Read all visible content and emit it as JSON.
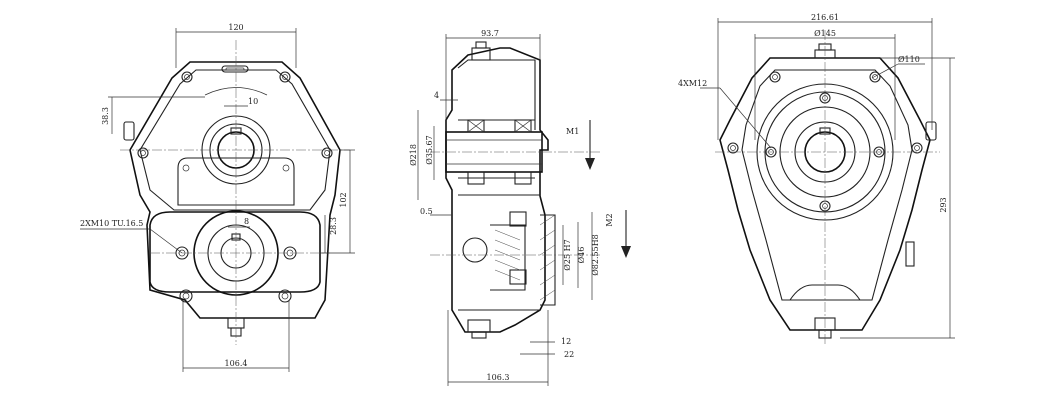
{
  "views": {
    "front": {
      "dims": {
        "width_top": "120",
        "height_38": "38.3",
        "key_10": "10",
        "height_102": "102",
        "height_28": "28.3",
        "key_8": "8",
        "width_bottom": "106.4"
      },
      "callouts": {
        "thread": "2XM10 TU.16.5"
      }
    },
    "side": {
      "dims": {
        "width_top": "93.7",
        "dim_4": "4",
        "dia_8218": "Ø218",
        "dia_3567": "Ø35.67",
        "dim_05": "0.5",
        "dia_25": "Ø25 H7",
        "dia_46": "Ø46",
        "dia_8255": "Ø82.55H8",
        "dim_12": "12",
        "dim_22": "22",
        "width_bottom": "106.3"
      },
      "arrows": {
        "m1": "M1",
        "m2": "M2"
      }
    },
    "rear": {
      "dims": {
        "width_top": "216.61",
        "dia_145": "Ø145",
        "dia_110": "Ø110",
        "height_293": "293"
      },
      "callouts": {
        "bolts": "4XM12"
      }
    }
  }
}
